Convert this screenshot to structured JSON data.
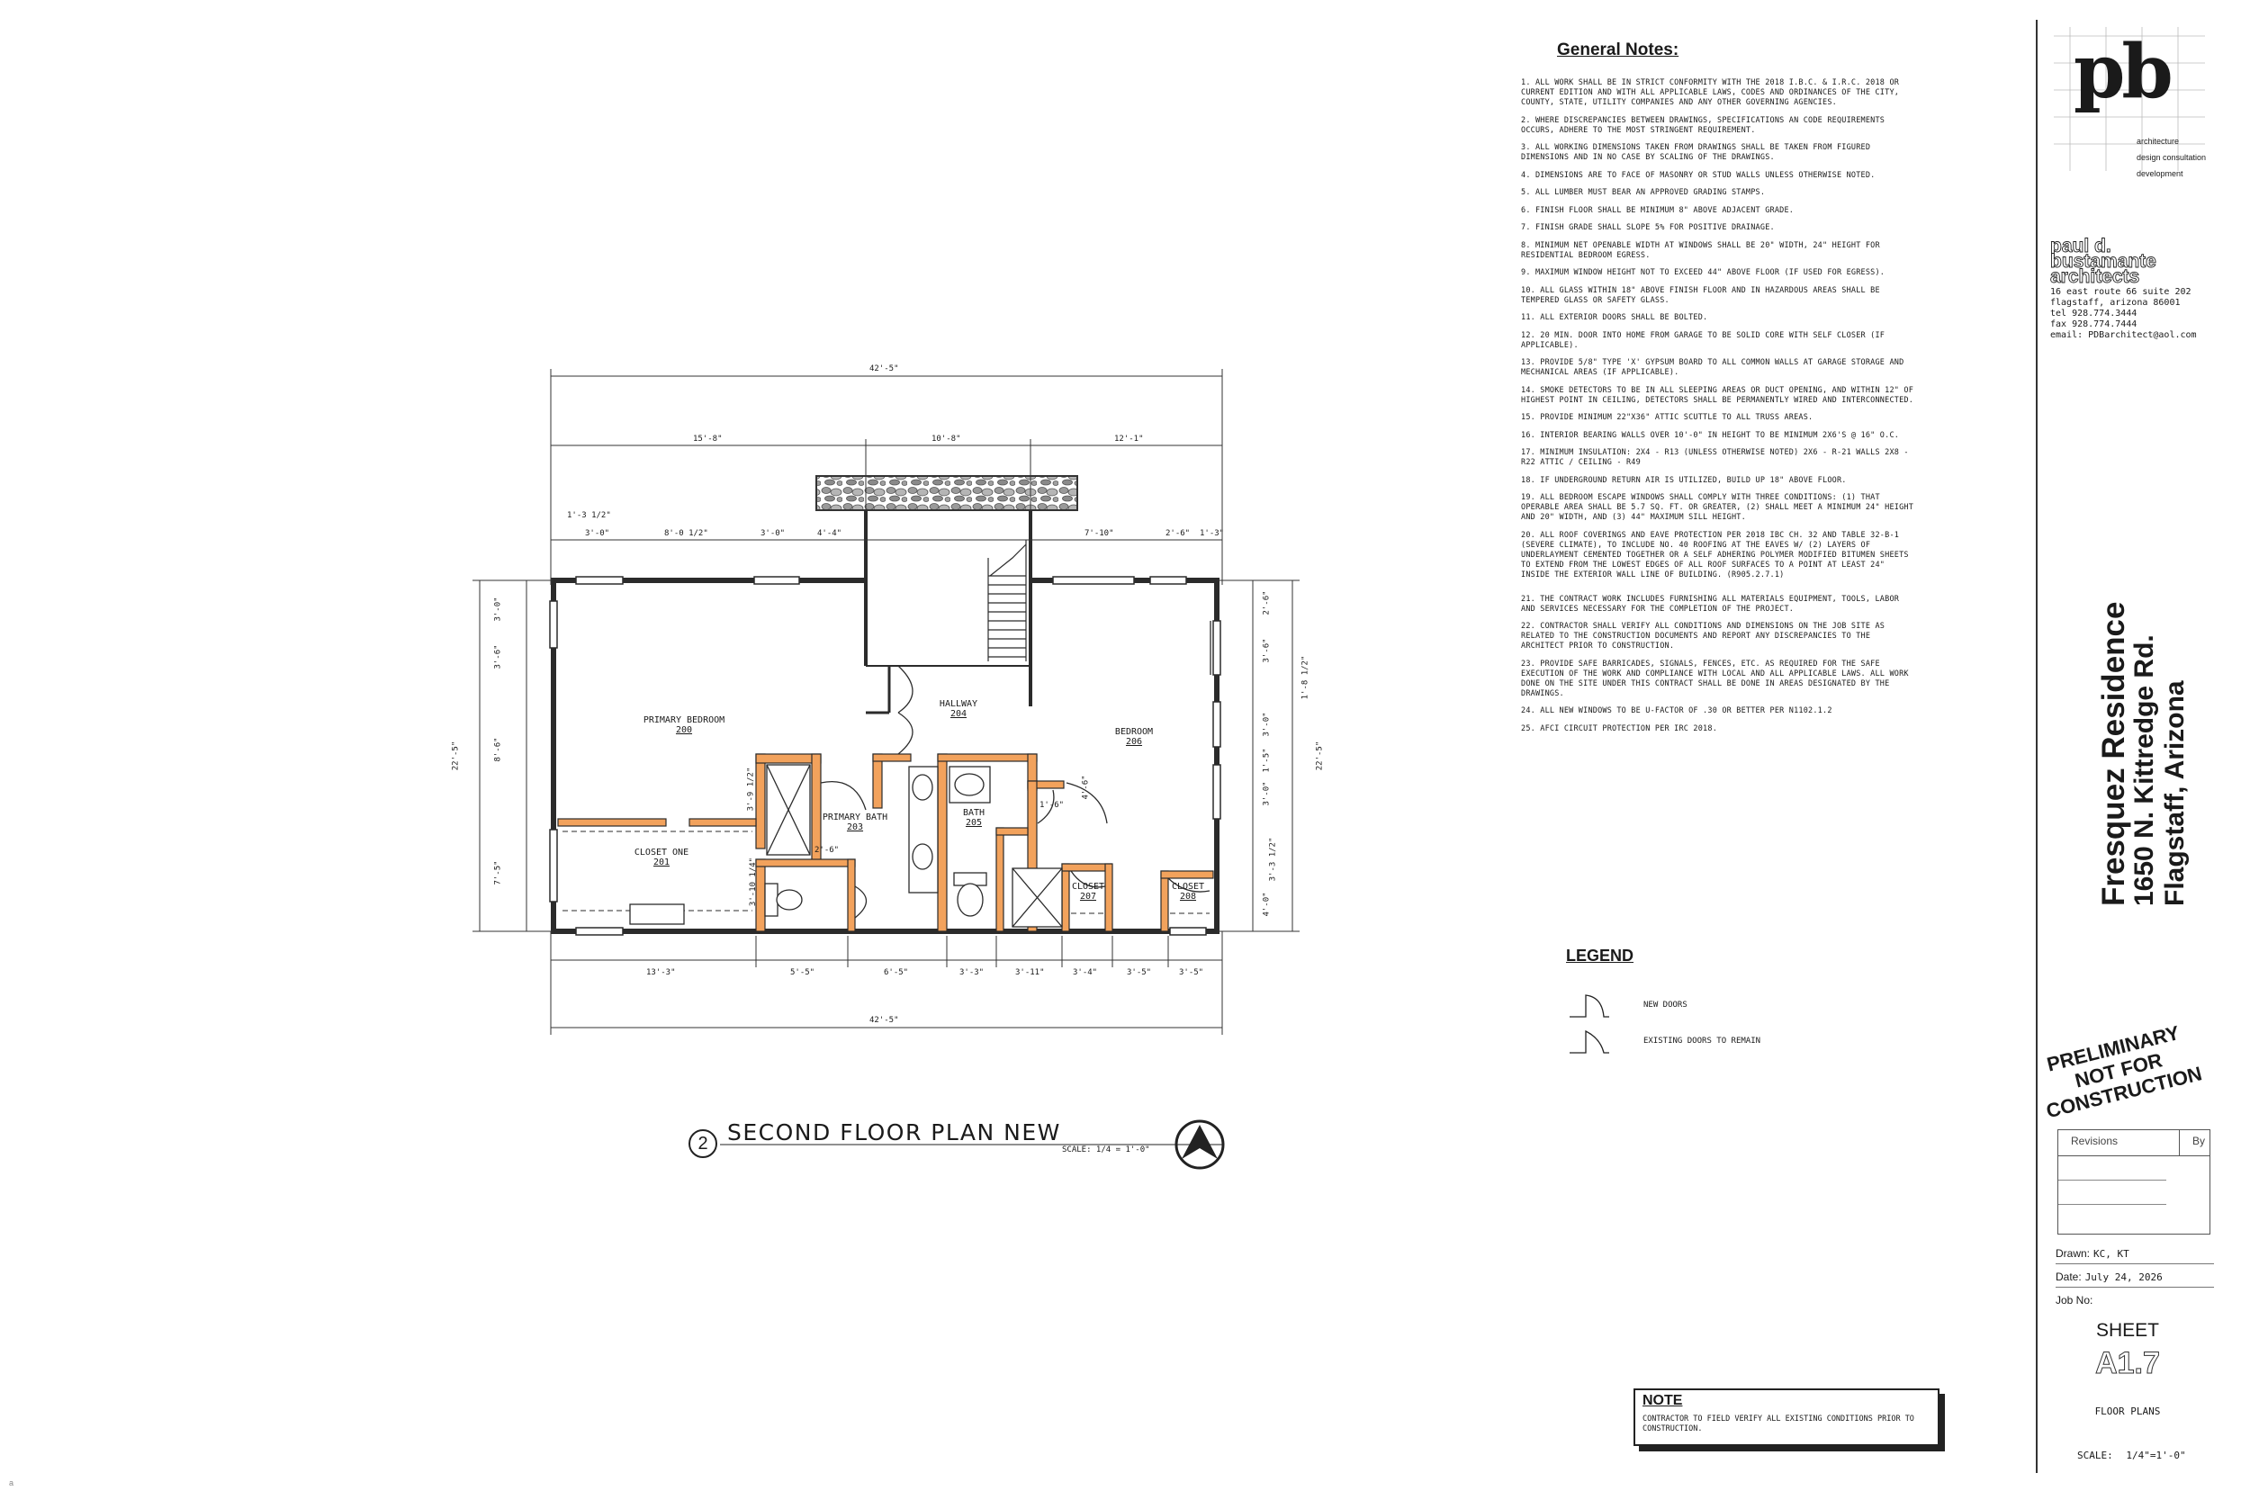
{
  "general_notes": {
    "title": "General Notes:",
    "items": [
      "1. ALL WORK SHALL BE IN STRICT CONFORMITY WITH THE 2018 I.B.C. & I.R.C. 2018 OR CURRENT EDITION AND WITH ALL APPLICABLE LAWS, CODES AND ORDINANCES OF THE CITY, COUNTY, STATE, UTILITY COMPANIES AND ANY OTHER GOVERNING AGENCIES.",
      "2. WHERE DISCREPANCIES BETWEEN DRAWINGS, SPECIFICATIONS AN CODE REQUIREMENTS OCCURS, ADHERE TO THE MOST STRINGENT REQUIREMENT.",
      "3. ALL WORKING DIMENSIONS TAKEN FROM DRAWINGS SHALL BE TAKEN FROM FIGURED DIMENSIONS AND IN NO CASE BY SCALING OF THE DRAWINGS.",
      "4. DIMENSIONS ARE TO FACE OF MASONRY OR STUD WALLS UNLESS OTHERWISE NOTED.",
      "5. ALL LUMBER MUST BEAR AN APPROVED GRADING STAMPS.",
      "6. FINISH FLOOR SHALL BE MINIMUM 8\" ABOVE ADJACENT GRADE.",
      "7. FINISH GRADE SHALL SLOPE 5% FOR POSITIVE DRAINAGE.",
      "8. MINIMUM NET OPENABLE WIDTH AT WINDOWS SHALL BE 20\" WIDTH, 24\" HEIGHT FOR RESIDENTIAL BEDROOM EGRESS.",
      "9. MAXIMUM WINDOW HEIGHT NOT TO EXCEED 44\" ABOVE FLOOR (IF USED FOR EGRESS).",
      "10. ALL GLASS WITHIN 18\" ABOVE FINISH FLOOR AND IN HAZARDOUS AREAS SHALL BE TEMPERED GLASS OR SAFETY GLASS.",
      "11. ALL EXTERIOR DOORS SHALL BE BOLTED.",
      "12. 20 MIN. DOOR INTO HOME FROM GARAGE TO BE SOLID CORE WITH SELF CLOSER (IF APPLICABLE).",
      "13. PROVIDE 5/8\" TYPE 'X' GYPSUM BOARD TO ALL COMMON WALLS AT GARAGE STORAGE AND MECHANICAL AREAS (IF APPLICABLE).",
      "14. SMOKE DETECTORS TO BE IN ALL SLEEPING AREAS OR DUCT OPENING, AND WITHIN 12\" OF HIGHEST POINT IN CEILING, DETECTORS SHALL BE PERMANENTLY WIRED AND INTERCONNECTED.",
      "15. PROVIDE MINIMUM 22\"x36\" ATTIC SCUTTLE TO ALL TRUSS AREAS.",
      "16. INTERIOR BEARING WALLS OVER 10'-0\" IN HEIGHT TO BE MINIMUM 2x6'S @ 16\" O.C.",
      "17. MINIMUM INSULATION: 2x4 - R13 (UNLESS OTHERWISE NOTED) 2x6 - R-21 WALLS 2x8 - R22 ATTIC / CEILING - R49",
      "18. IF UNDERGROUND RETURN AIR IS UTILIZED, BUILD UP 18\" ABOVE FLOOR.",
      "19. ALL BEDROOM ESCAPE WINDOWS SHALL COMPLY WITH THREE CONDITIONS: (1) THAT OPERABLE AREA SHALL BE 5.7 SQ. FT. OR GREATER, (2) SHALL MEET A MINIMUM 24\" HEIGHT AND 20\" WIDTH, AND (3) 44\" MAXIMUM SILL HEIGHT.",
      "20. ALL ROOF COVERINGS AND EAVE PROTECTION PER 2018 IBC CH. 32 AND TABLE 32-B-1 (SEVERE CLIMATE), TO INCLUDE NO. 40 ROOFING AT THE EAVES W/ (2) LAYERS OF UNDERLAYMENT CEMENTED TOGETHER OR A SELF ADHERING POLYMER MODIFIED BITUMEN SHEETS TO EXTEND FROM THE LOWEST EDGES OF ALL ROOF SURFACES TO A POINT AT LEAST 24\" INSIDE THE EXTERIOR WALL LINE OF BUILDING. (R905.2.7.1)",
      "21. THE CONTRACT WORK INCLUDES FURNISHING ALL MATERIALS EQUIPMENT, TOOLS, LABOR AND SERVICES NECESSARY FOR THE COMPLETION OF THE PROJECT.",
      "22. CONTRACTOR SHALL VERIFY ALL CONDITIONS AND DIMENSIONS ON THE JOB SITE AS RELATED TO THE CONSTRUCTION DOCUMENTS AND REPORT ANY DISCREPANCIES TO THE ARCHITECT PRIOR TO CONSTRUCTION.",
      "23. PROVIDE SAFE BARRICADES, SIGNALS, FENCES, ETC. AS REQUIRED FOR THE SAFE EXECUTION OF THE WORK AND COMPLIANCE WITH LOCAL AND ALL APPLICABLE LAWS. ALL WORK DONE ON THE SITE UNDER THIS CONTRACT SHALL BE DONE IN AREAS DESIGNATED BY THE DRAWINGS.",
      "24. ALL NEW WINDOWS TO BE U-FACTOR OF .30 OR BETTER PER N1102.1.2",
      "25. AFCI CIRCUIT PROTECTION PER IRC 2018."
    ]
  },
  "legend": {
    "title": "LEGEND",
    "new_doors": "NEW DOORS",
    "existing_doors": "EXISTING DOORS TO REMAIN"
  },
  "note_box": {
    "title": "NOTE",
    "body": "CONTRACTOR TO FIELD VERIFY ALL EXISTING CONDITIONS PRIOR TO CONSTRUCTION."
  },
  "title_block": {
    "logo": "pb",
    "services": [
      "architecture",
      "design consultation",
      "development"
    ],
    "firm_line1": "paul d. bustamante",
    "firm_line2": "architects",
    "address": [
      "16 east route 66 suite 202",
      "flagstaff, arizona 86001",
      "tel 928.774.3444",
      "fax 928.774.7444",
      "email: PDBarchitect@aol.com"
    ],
    "project_name": "Fresquez Residence",
    "project_address": "1650 N. Kittredge Rd.",
    "project_city": "Flagstaff, Arizona",
    "preliminary": [
      "PRELIMINARY",
      "NOT FOR",
      "CONSTRUCTION"
    ],
    "revisions_label": "Revisions",
    "by_label": "By",
    "drawn_label": "Drawn:",
    "drawn_value": "KC, KT",
    "date_label": "Date:",
    "date_value": "July 24, 2026",
    "job_label": "Job No:",
    "sheet_label": "SHEET",
    "sheet_number": "A1.7",
    "sheet_type": "FLOOR PLANS",
    "scale_label": "SCALE: 1/4\"=1'-0\""
  },
  "plan": {
    "number": "2",
    "title": "SECOND FLOOR PLAN NEW",
    "scale": "SCALE: 1/4 = 1'-0\"",
    "overall_width": "42'-5\"",
    "overall_depth": "22'-5\"",
    "rooms": [
      {
        "name": "PRIMARY BEDROOM",
        "number": "200"
      },
      {
        "name": "CLOSET ONE",
        "number": "201"
      },
      {
        "name": "PRIMARY BATH",
        "number": "203"
      },
      {
        "name": "HALLWAY",
        "number": "204"
      },
      {
        "name": "BATH",
        "number": "205"
      },
      {
        "name": "BEDROOM",
        "number": "206"
      },
      {
        "name": "CLOSET",
        "number": "207"
      },
      {
        "name": "CLOSET",
        "number": "208"
      }
    ],
    "dims_top_1": [
      "15'-8\"",
      "10'-8\"",
      "12'-1\""
    ],
    "dims_top_2": [
      "3'-0\"",
      "8'-0 1/2\"",
      "3'-0\"",
      "4'-4\"",
      "7'-10\"",
      "2'-6\"",
      "1'-3\""
    ],
    "dim_top_small": "1'-3 1/2\"",
    "dims_bottom_1": [
      "13'-3\"",
      "5'-5\"",
      "6'-5\"",
      "3'-3\"",
      "3'-11\"",
      "3'-4\"",
      "3'-5\"",
      "3'-5\""
    ],
    "dims_left": [
      "3'-0\"",
      "3'-6\"",
      "8'-6\"",
      "7'-5\""
    ],
    "dims_right": [
      "2'-6\"",
      "3'-6\"",
      "3'-0\"",
      "1'-5\"",
      "3'-0\"",
      "3'-3 1/2\"",
      "4'-0\""
    ],
    "dim_right_small": "1'-8 1/2\"",
    "dims_interior": [
      "3'-9 1/2\"",
      "3'-10 1/4\"",
      "2'-6\"",
      "1'-6\"",
      "4'-6\""
    ]
  },
  "colors": {
    "wall": "#2b2b2b",
    "new_wall": "#f2a25c",
    "stone": "#7a7a7a"
  },
  "corner_mark": "a"
}
